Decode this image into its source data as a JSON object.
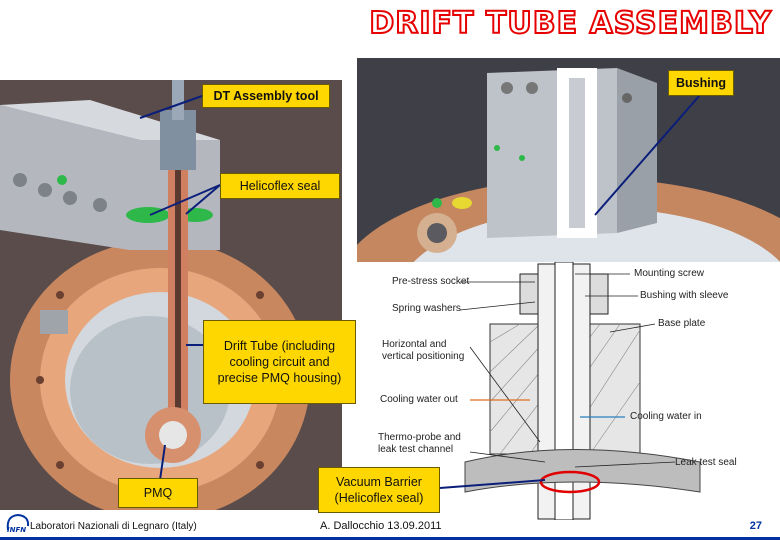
{
  "slide": {
    "title": "DRIFT TUBE ASSEMBLY",
    "labels": {
      "assembly_tool": "DT Assembly tool",
      "helicoflex": "Helicoflex seal",
      "drift_tube": "Drift Tube (including cooling circuit and precise PMQ housing)",
      "pmq": "PMQ",
      "bushing": "Bushing",
      "vacuum_barrier": "Vacuum Barrier (Helicoflex seal)"
    },
    "tech": {
      "pre_stress": "Pre-stress socket",
      "spring": "Spring washers",
      "positioning": "Horizontal and vertical positioning",
      "cooling_out": "Cooling water out",
      "thermo": "Thermo-probe and leak test channel",
      "mounting": "Mounting screw",
      "bushing_sleeve": "Bushing with sleeve",
      "base_plate": "Base plate",
      "cooling_in": "Cooling water in",
      "leak_seal": "Leak test seal"
    },
    "footer": {
      "lab": "Laboratori Nazionali di Legnaro (Italy)",
      "author": "A. Dallocchio 13.09.2011",
      "page": "27",
      "logo_text": "INFN"
    }
  }
}
